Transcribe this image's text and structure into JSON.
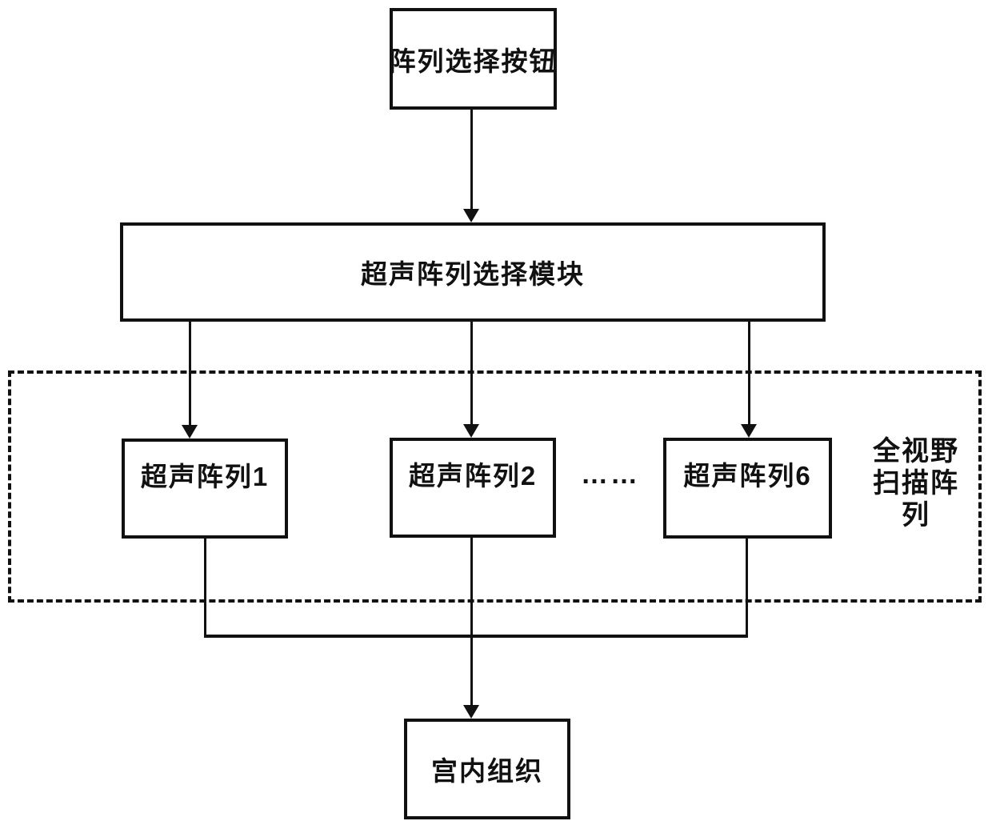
{
  "diagram": {
    "colors": {
      "ink": "#111111",
      "background": "#ffffff"
    },
    "nodes": {
      "array_select_button": {
        "label": "阵列选择按钮"
      },
      "array_selector_module": {
        "label": "超声阵列选择模块"
      },
      "array_1": {
        "label": "超声阵列1"
      },
      "array_2": {
        "label": "超声阵列2"
      },
      "array_6": {
        "label": "超声阵列6"
      },
      "target_tissue": {
        "label": "宫内组织"
      }
    },
    "ellipsis": "……",
    "group_label": {
      "full": "全视野扫描阵列",
      "line1": "全视野",
      "line2": "扫描阵",
      "line3": "列"
    }
  }
}
